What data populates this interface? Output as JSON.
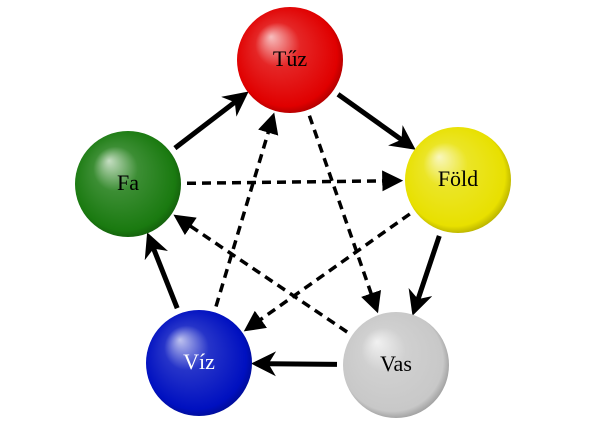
{
  "diagram": {
    "nodes": [
      {
        "id": "tuz",
        "label": "Tűz",
        "color": "#e00000",
        "text_color": "#000000"
      },
      {
        "id": "fold",
        "label": "Föld",
        "color": "#e8e000",
        "text_color": "#000000"
      },
      {
        "id": "vas",
        "label": "Vas",
        "color": "#c8c8c8",
        "text_color": "#000000"
      },
      {
        "id": "viz",
        "label": "Víz",
        "color": "#0010c0",
        "text_color": "#ffffff"
      },
      {
        "id": "fa",
        "label": "Fa",
        "color": "#1a7a10",
        "text_color": "#000000"
      }
    ],
    "solid_edges": [
      {
        "from": "tuz",
        "to": "fold"
      },
      {
        "from": "fold",
        "to": "vas"
      },
      {
        "from": "vas",
        "to": "viz"
      },
      {
        "from": "viz",
        "to": "fa"
      },
      {
        "from": "fa",
        "to": "tuz"
      }
    ],
    "dashed_edges": [
      {
        "from": "fa",
        "to": "fold"
      },
      {
        "from": "tuz",
        "to": "vas"
      },
      {
        "from": "fold",
        "to": "viz"
      },
      {
        "from": "vas",
        "to": "fa"
      },
      {
        "from": "viz",
        "to": "tuz"
      }
    ],
    "edge_color": "#000000"
  }
}
